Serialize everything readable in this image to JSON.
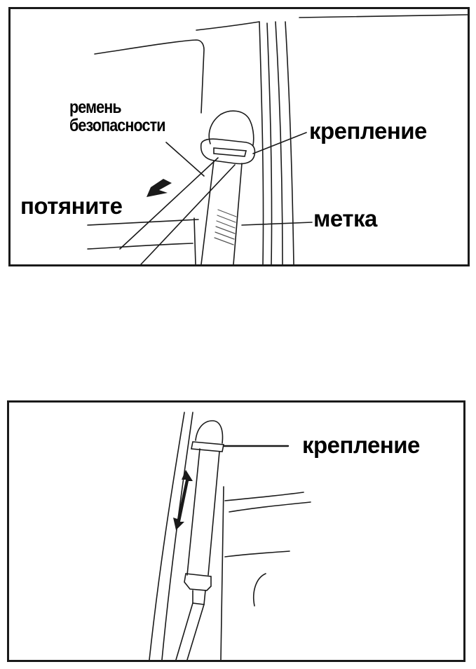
{
  "figure_top": {
    "labels": {
      "belt": "ремень\nбезопасности",
      "belt_line1": "ремень",
      "belt_line2": "безопасности",
      "anchor": "крепление",
      "pull": "потяните",
      "mark": "метка"
    }
  },
  "figure_bottom": {
    "labels": {
      "anchor": "крепление"
    }
  },
  "colors": {
    "line": "#1a1a1a",
    "text": "#000000",
    "hatch": "#555555"
  }
}
